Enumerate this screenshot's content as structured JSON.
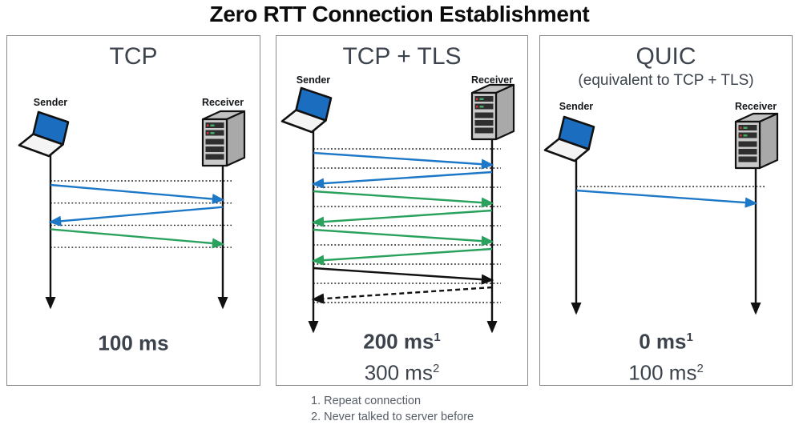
{
  "title": "Zero RTT Connection Establishment",
  "panels": [
    {
      "title": "TCP",
      "subtitle": "",
      "sender_label": "Sender",
      "receiver_label": "Receiver",
      "sender_icon": "laptop-icon",
      "receiver_icon": "server-icon",
      "tick_count": 4,
      "arrows": [
        {
          "from": "sender",
          "to": "receiver",
          "color": "#1e78c8",
          "style": "solid"
        },
        {
          "from": "receiver",
          "to": "sender",
          "color": "#1e78c8",
          "style": "solid"
        },
        {
          "from": "sender",
          "to": "receiver",
          "color": "#2aa25e",
          "style": "solid"
        }
      ],
      "timings": [
        {
          "text": "100 ms",
          "superscript": "",
          "bold": true
        }
      ]
    },
    {
      "title": "TCP + TLS",
      "subtitle": "",
      "sender_label": "Sender",
      "receiver_label": "Receiver",
      "sender_icon": "laptop-icon",
      "receiver_icon": "server-icon",
      "tick_count": 9,
      "arrows": [
        {
          "from": "sender",
          "to": "receiver",
          "color": "#1e78c8",
          "style": "solid"
        },
        {
          "from": "receiver",
          "to": "sender",
          "color": "#1e78c8",
          "style": "solid"
        },
        {
          "from": "sender",
          "to": "receiver",
          "color": "#2aa25e",
          "style": "solid"
        },
        {
          "from": "receiver",
          "to": "sender",
          "color": "#2aa25e",
          "style": "solid"
        },
        {
          "from": "sender",
          "to": "receiver",
          "color": "#2aa25e",
          "style": "solid"
        },
        {
          "from": "receiver",
          "to": "sender",
          "color": "#2aa25e",
          "style": "solid"
        },
        {
          "from": "sender",
          "to": "receiver",
          "color": "#111111",
          "style": "solid"
        },
        {
          "from": "receiver",
          "to": "sender",
          "color": "#111111",
          "style": "dashed"
        }
      ],
      "timings": [
        {
          "text": "200 ms",
          "superscript": "1",
          "bold": true
        },
        {
          "text": "300 ms",
          "superscript": "2",
          "bold": false
        }
      ]
    },
    {
      "title": "QUIC",
      "subtitle": "(equivalent to TCP + TLS)",
      "sender_label": "Sender",
      "receiver_label": "Receiver",
      "sender_icon": "laptop-icon",
      "receiver_icon": "server-icon",
      "tick_count": 1,
      "arrows": [
        {
          "from": "sender",
          "to": "receiver",
          "color": "#1e78c8",
          "style": "solid"
        }
      ],
      "timings": [
        {
          "text": "0 ms",
          "superscript": "1",
          "bold": true
        },
        {
          "text": "100 ms",
          "superscript": "2",
          "bold": false
        }
      ]
    }
  ],
  "footnotes": [
    "1. Repeat connection",
    "2. Never talked to server before"
  ],
  "colors": {
    "blue_arrow": "#1e78c8",
    "green_arrow": "#2aa25e",
    "black_arrow": "#111111",
    "timeline": "#111111",
    "tick": "#1a1a1a",
    "panel_border": "#8a8a8a",
    "panel_title_text": "#3e444d",
    "timing_text": "#3d434c",
    "footnote_text": "#575d66",
    "laptop_screen": "#1b6dc0",
    "server_body": "#c9c9c9"
  }
}
